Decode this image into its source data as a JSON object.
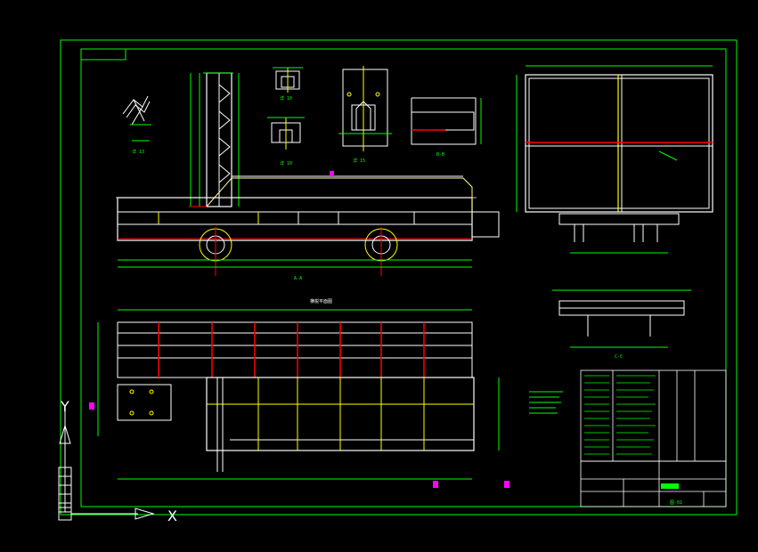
{
  "colors": {
    "background": "#000000",
    "frame": "#00ff00",
    "linework": "#ffffff",
    "dimension": "#00ff00",
    "highlight": "#ff0000",
    "centerline": "#ffff00",
    "accent": "#ff00ff"
  },
  "views": {
    "detail_a": "详 13",
    "detail_b": "详 10",
    "detail_c": "详 10",
    "detail_d": "详 15",
    "section_bb": "B-B",
    "section_cc": "C-C",
    "section_aa": "A-A",
    "plan_title": "横棁平面图"
  },
  "ucs": {
    "y": "Y",
    "x": "X"
  },
  "title_block": {
    "drawing_no": "图-01"
  },
  "icons": [
    "ucs-y-arrow-icon",
    "ucs-x-arrow-icon",
    "ucs-x-cross-icon"
  ]
}
